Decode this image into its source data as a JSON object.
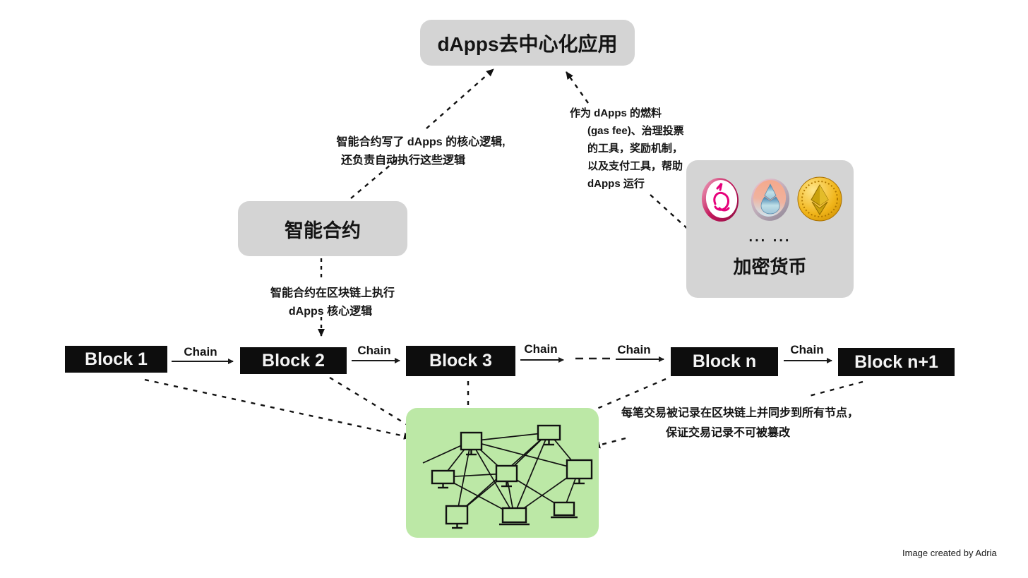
{
  "dapps_box": {
    "label": "dApps去中心化应用"
  },
  "smart_contract_box": {
    "label": "智能合约"
  },
  "crypto_box": {
    "ellipsis": "... ...",
    "label": "加密货币",
    "coins": [
      {
        "name": "uniswap-coin"
      },
      {
        "name": "ethereum-drop-silver-coin"
      },
      {
        "name": "ethereum-gold-coin"
      }
    ]
  },
  "annotations": {
    "smart_contract_to_dapps": {
      "line1": "智能合约写了  dApps  的核心逻辑,",
      "line2": "还负责自动执行这些逻辑"
    },
    "crypto_to_dapps": {
      "line1": "作为 dApps 的燃料",
      "line2": "(gas fee)、治理投票",
      "line3": "的工具，奖励机制，",
      "line4": "以及支付工具，帮助",
      "line5": "dApps 运行"
    },
    "smart_contract_to_blockchain": {
      "line1": "智能合约在区块链上执行",
      "line2": "dApps 核心逻辑"
    },
    "transactions_sync": {
      "line1": "每笔交易被记录在区块链上并同步到所有节点，",
      "line2": "保证交易记录不可被篡改"
    }
  },
  "blockchain": {
    "chain_label": "Chain",
    "blocks": [
      {
        "label": "Block 1"
      },
      {
        "label": "Block 2"
      },
      {
        "label": "Block 3"
      },
      {
        "label": "Block n"
      },
      {
        "label": "Block n+1"
      }
    ]
  },
  "network": {
    "node_icon": "computer-node-icon",
    "node_count": 8
  },
  "colors": {
    "box_gray": "#d4d4d4",
    "block_black": "#0d0d0d",
    "network_green": "#bce8a6",
    "uniswap_pink": "#e6007a",
    "gold": "#e8b31a"
  },
  "credit": "Image created by Adria"
}
